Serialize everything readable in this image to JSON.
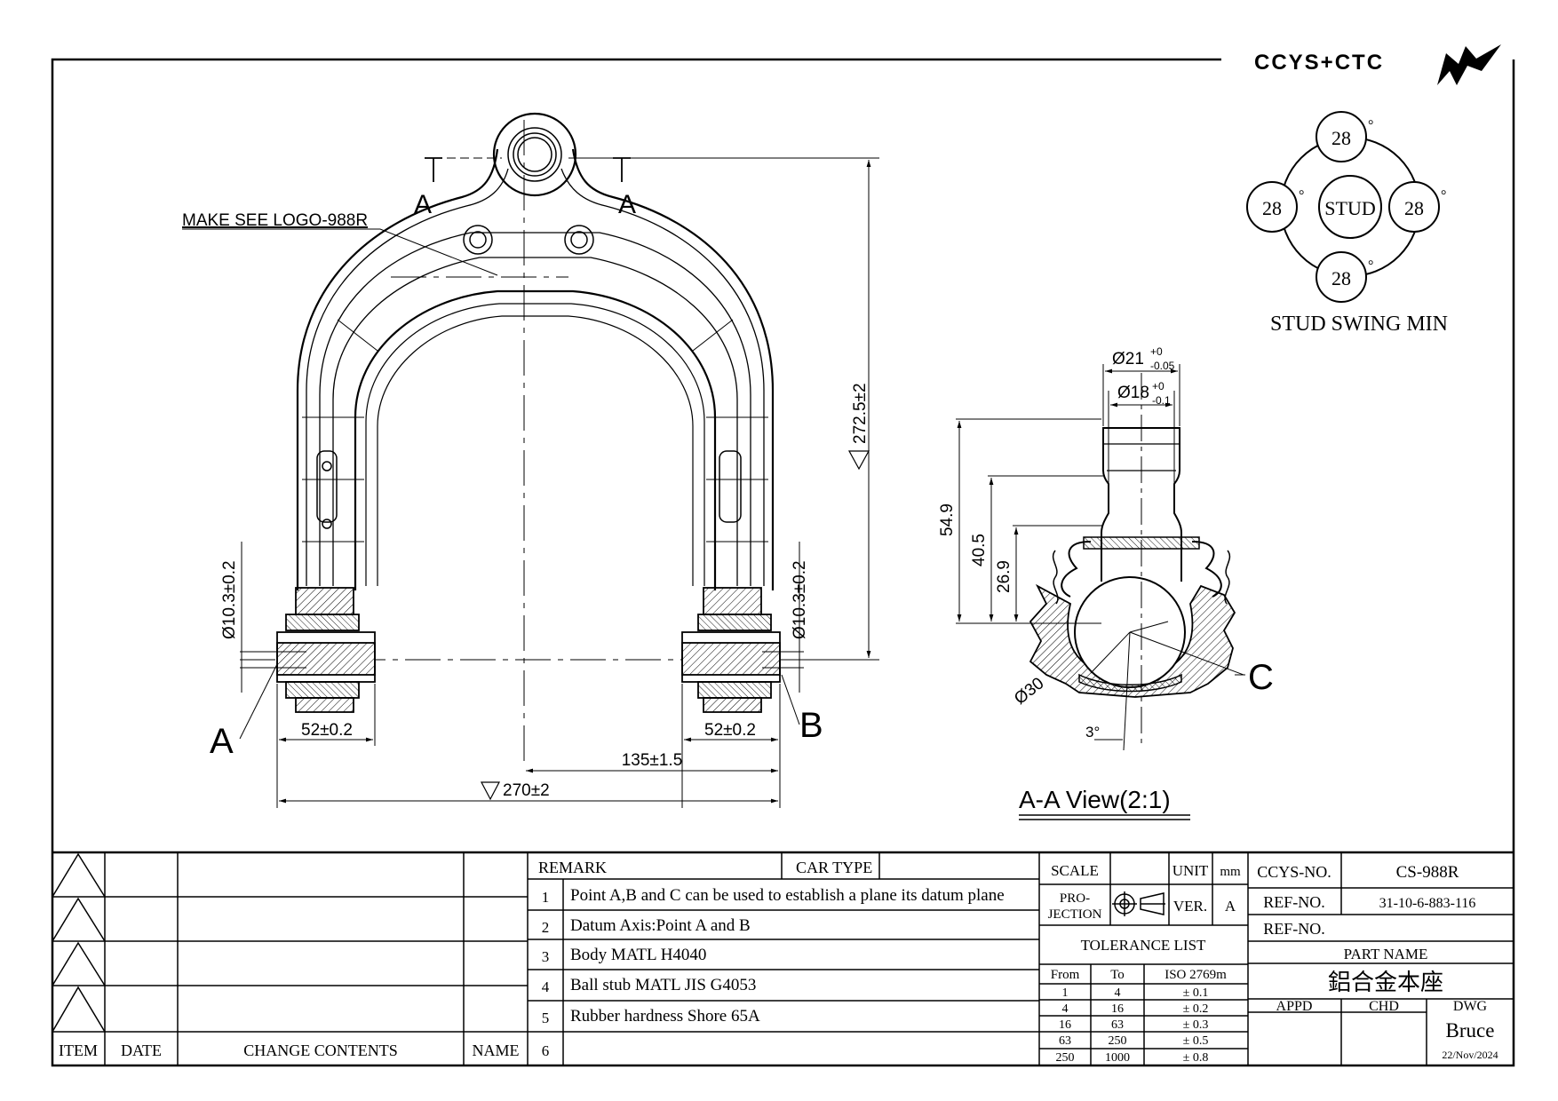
{
  "brand": {
    "logo_text": "CCYS+CTC"
  },
  "stud_swing": {
    "title": "STUD SWING MIN",
    "center": "STUD",
    "top": "28",
    "left": "28",
    "right": "28",
    "bottom": "28",
    "degree": "°"
  },
  "main_view": {
    "note": "MAKE SEE LOGO-988R",
    "section_mark_left": "A",
    "section_mark_right": "A",
    "point_a": "A",
    "point_b": "B",
    "dim_height": "272.5±2",
    "dim_bore_left": "Ø10.3±0.2",
    "dim_bore_right": "Ø10.3±0.2",
    "dim_bush_left": "52±0.2",
    "dim_bush_right": "52±0.2",
    "dim_half": "135±1.5",
    "dim_total": "270±2"
  },
  "section_view": {
    "title": "A-A View(2:1)",
    "dia_outer": "Ø21",
    "dia_outer_tol_upper": "+0",
    "dia_outer_tol_lower": "-0.05",
    "dia_inner": "Ø18",
    "dia_inner_tol_upper": "+0",
    "dia_inner_tol_lower": "-0.1",
    "dim_549": "54.9",
    "dim_405": "40.5",
    "dim_269": "26.9",
    "dim_ball": "Ø30",
    "dim_angle": "3°",
    "point_c": "C"
  },
  "title_block": {
    "rev_headers": {
      "item": "ITEM",
      "date": "DATE",
      "change": "CHANGE CONTENTS",
      "name": "NAME"
    },
    "remark_label": "REMARK",
    "car_type_label": "CAR TYPE",
    "remarks": [
      {
        "num": "1",
        "text": "Point A,B and C can be used to establish a plane its datum plane"
      },
      {
        "num": "2",
        "text": "Datum Axis:Point A and B"
      },
      {
        "num": "3",
        "text": "Body MATL H4040"
      },
      {
        "num": "4",
        "text": "Ball stub MATL JIS G4053"
      },
      {
        "num": "5",
        "text": "Rubber hardness Shore 65A"
      },
      {
        "num": "6",
        "text": ""
      }
    ],
    "scale_label": "SCALE",
    "unit_label": "UNIT",
    "unit_value": "mm",
    "projection_label_1": "PRO-",
    "projection_label_2": "JECTION",
    "ver_label": "VER.",
    "ver_value": "A",
    "tolerance_title": "TOLERANCE LIST",
    "tolerance_headers": {
      "from": "From",
      "to": "To",
      "std": "ISO 2769m"
    },
    "tolerances": [
      {
        "from": "1",
        "to": "4",
        "tol": "± 0.1"
      },
      {
        "from": "4",
        "to": "16",
        "tol": "± 0.2"
      },
      {
        "from": "16",
        "to": "63",
        "tol": "± 0.3"
      },
      {
        "from": "63",
        "to": "250",
        "tol": "± 0.5"
      },
      {
        "from": "250",
        "to": "1000",
        "tol": "± 0.8"
      }
    ],
    "ccys_no_label": "CCYS-NO.",
    "ccys_no": "CS-988R",
    "ref_no_label": "REF-NO.",
    "ref_no": "31-10-6-883-116",
    "ref_no2_label": "REF-NO.",
    "part_name_label": "PART NAME",
    "part_name": "鋁合金本座",
    "appd_label": "APPD",
    "chd_label": "CHD",
    "dwg_label": "DWG",
    "drawer": "Bruce",
    "date": "22/Nov/2024"
  }
}
